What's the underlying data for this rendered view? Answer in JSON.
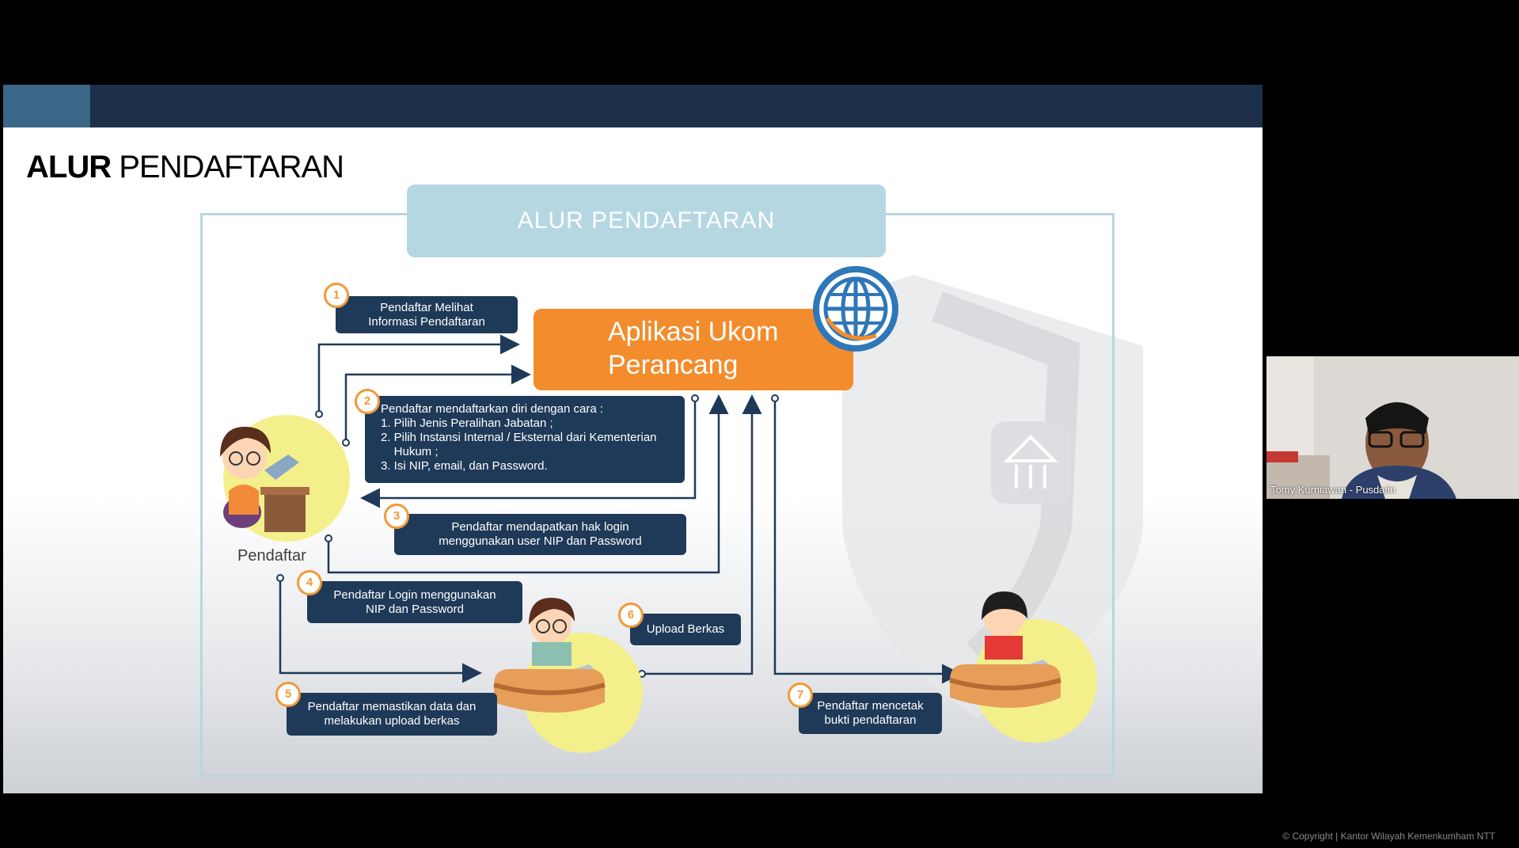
{
  "slide": {
    "title_bold": "ALUR",
    "title_rest": "PENDAFTARAN",
    "banner": "ALUR PENDAFTARAN",
    "app_line1": "Aplikasi Ukom",
    "app_line2": "Perancang",
    "actor_label": "Pendaftar",
    "colors": {
      "navy": "#1f3a58",
      "orange": "#f38c2c",
      "lightblue": "#b5d7e2",
      "frame": "#b8d6df"
    }
  },
  "steps": [
    {
      "num": "1",
      "lines": [
        "Pendaftar Melihat",
        "Informasi Pendaftaran"
      ]
    },
    {
      "num": "2",
      "lines": [
        "Pendaftar mendaftarkan diri dengan cara :",
        "1. Pilih Jenis Peralihan Jabatan ;",
        "2. Pilih Instansi Internal / Eksternal dari Kementerian",
        "    Hukum ;",
        "3. Isi NIP, email, dan Password."
      ]
    },
    {
      "num": "3",
      "lines": [
        "Pendaftar mendapatkan hak login",
        "menggunakan user NIP dan Password"
      ]
    },
    {
      "num": "4",
      "lines": [
        "Pendaftar Login menggunakan",
        "NIP dan Password"
      ]
    },
    {
      "num": "5",
      "lines": [
        "Pendaftar memastikan data dan",
        "melakukan upload berkas"
      ]
    },
    {
      "num": "6",
      "lines": [
        "Upload Berkas"
      ]
    },
    {
      "num": "7",
      "lines": [
        "Pendaftar mencetak",
        "bukti pendaftaran"
      ]
    }
  ],
  "video": {
    "name": "Tomy Kurniawan - Pusdatin"
  },
  "footer": {
    "copyright": "© Copyright | Kantor Wilayah Kemenkumham NTT"
  }
}
